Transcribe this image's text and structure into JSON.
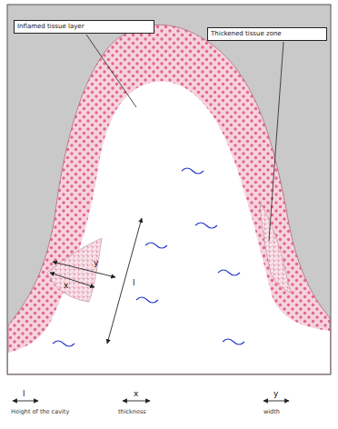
{
  "diagram": {
    "nodes": [
      {
        "text": [
          "Inflamed tissue layer"
        ]
      },
      {
        "text": [
          "Thickened tissue zone"
        ]
      }
    ],
    "labels": [
      "y",
      "x",
      "l",
      "l",
      "x",
      "y"
    ],
    "legend": [
      {
        "text": "Height of the cavity"
      },
      {
        "text": "thickness"
      },
      {
        "text": "width"
      }
    ]
  }
}
